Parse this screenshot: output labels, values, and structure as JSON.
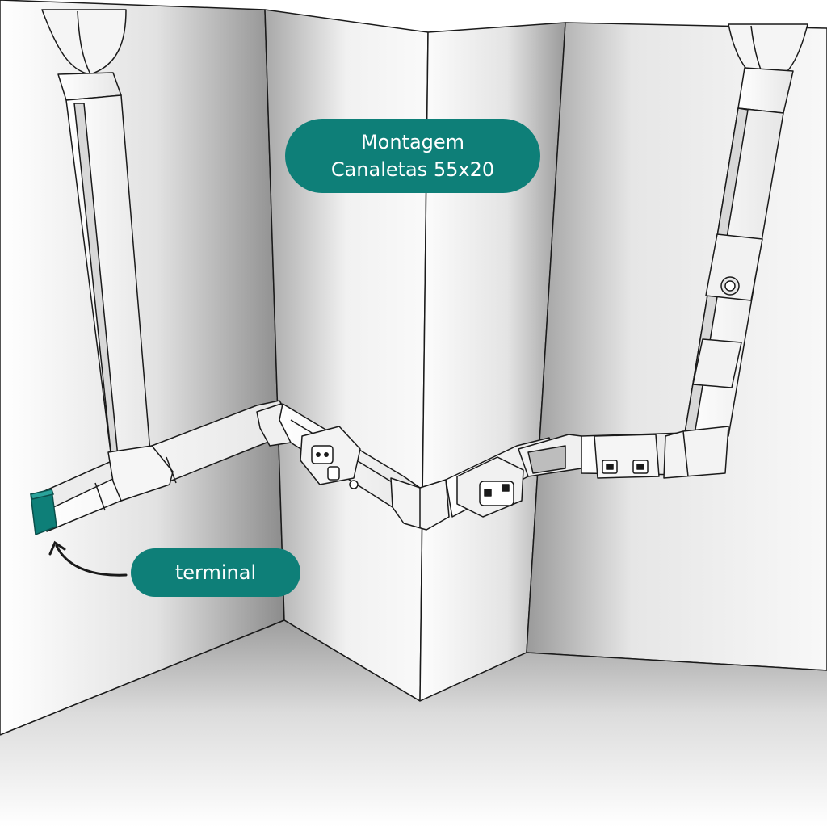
{
  "labels": {
    "title_line1": "Montagem",
    "title_line2": "Canaletas 55x20",
    "terminal": "terminal"
  },
  "colors": {
    "accent": "#0e7f78",
    "label_text": "#ffffff",
    "outline": "#1a1a1a",
    "wall_light": "#f4f4f4",
    "wall_dark": "#8a8a8a"
  },
  "icons": [
    "terminal-end-cap",
    "curved-arrow-icon",
    "power-socket-icon",
    "network-jack-icon",
    "round-cable-entry-icon"
  ]
}
